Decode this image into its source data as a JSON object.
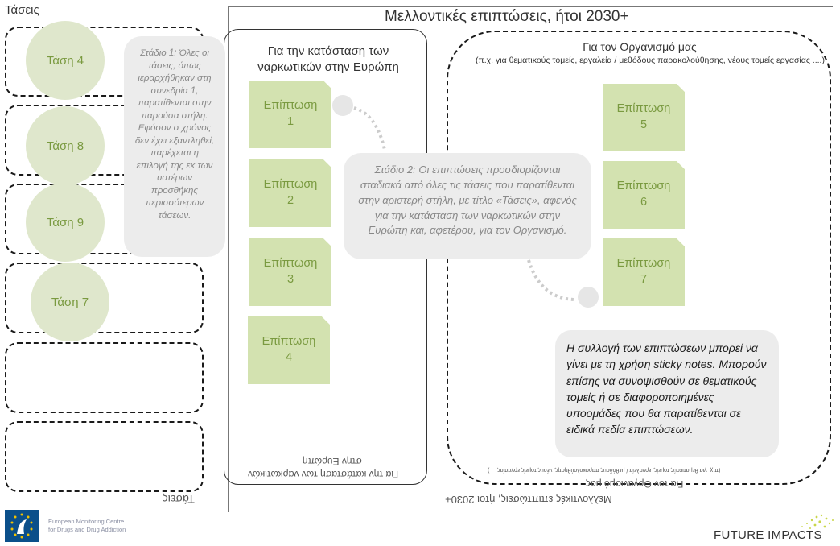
{
  "trends": {
    "title": "Τάσεις",
    "mirrored_title": "Τάσεις",
    "items": [
      {
        "label": "Τάση 4"
      },
      {
        "label": "Τάση 8"
      },
      {
        "label": "Τάση 9"
      },
      {
        "label": "Τάση 7"
      }
    ]
  },
  "stage1_note": "Στάδιο 1: Όλες οι τάσεις, όπως ιεραρχήθηκαν στη συνεδρία 1, παρατίθενται στην παρούσα στήλη. Εφόσον ο χρόνος δεν έχει εξαντληθεί, παρέχεται η επιλογή της εκ των υστέρων προσθήκης περισσότερων τάσεων.",
  "future": {
    "title": "Μελλοντικές επιπτώσεις, ήτοι 2030+",
    "mirrored_title": "Μελλοντικές επιπτώσεις, ήτοι 2030+"
  },
  "europe_column": {
    "heading": "Για την κατάσταση των ναρκωτικών στην Ευρώπη",
    "mirrored_heading_line1": "Για την κατάσταση των ναρκωτικών",
    "mirrored_heading_line2": "στην Ευρώπη",
    "impacts": [
      {
        "label": "Επίπτωση\n1"
      },
      {
        "label": "Επίπτωση\n2"
      },
      {
        "label": "Επίπτωση\n3"
      },
      {
        "label": "Επίπτωση\n4"
      }
    ]
  },
  "org_column": {
    "heading": "Για τον Οργανισμό μας",
    "subheading": "(π.χ. για θεματικούς τομείς, εργαλεία / μεθόδους παρακολούθησης, νέους τομείς εργασίας ....)",
    "mirrored_heading": "Για τον Οργανισμό μας",
    "mirrored_subheading": "(π.χ. για θεματικούς τομείς, εργαλεία / μεθόδους παρακολούθησης, νέους τομείς εργασίας ....)",
    "impacts": [
      {
        "label": "Επίπτωση\n5"
      },
      {
        "label": "Επίπτωση\n6"
      },
      {
        "label": "Επίπτωση\n7"
      }
    ]
  },
  "stage2_note": "Στάδιο 2: Οι επιπτώσεις προσδιορίζονται σταδιακά από όλες τις τάσεις που παρατίθενται στην αριστερή στήλη, με τίτλο «Τάσεις», αφενός για την κατάσταση των ναρκωτικών στην Ευρώπη και, αφετέρου, για τον Οργανισμό.",
  "sticky_note": "Η συλλογή των επιπτώσεων μπορεί να γίνει με τη χρήση sticky notes. Μπορούν επίσης να συνοψισθούν σε θεματικούς τομείς ή σε διαφοροποιημένες υποομάδες που θα παρατίθενται σε ειδικά πεδία επιπτώσεων.",
  "footer": {
    "emcdda_line1": "European Monitoring Centre",
    "emcdda_line2": "for Drugs and Drug Addiction",
    "brand": "FUTURE IMPACTS"
  },
  "colors": {
    "circle_fill": "#dfe7cc",
    "sticky_fill": "#d3e2b0",
    "green_text": "#7a9a40",
    "bubble_fill": "#ececec",
    "logo_blue": "#0b4f8a"
  }
}
